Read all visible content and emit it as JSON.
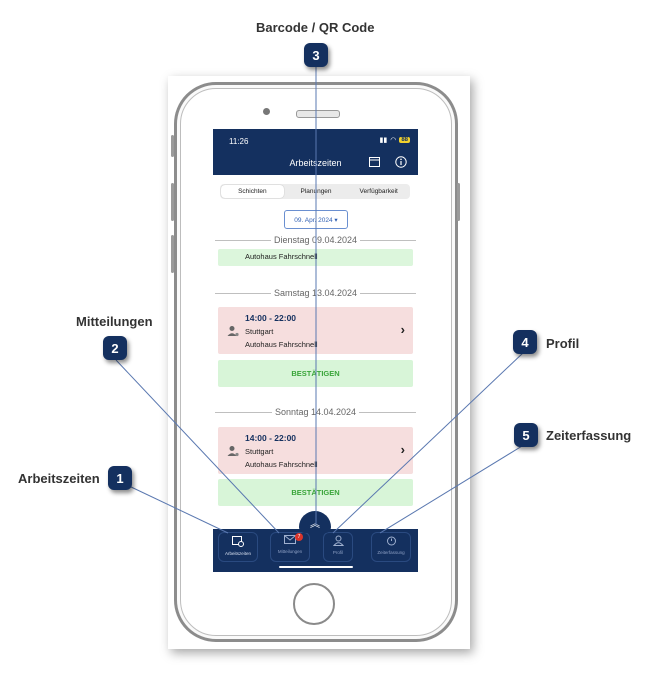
{
  "callouts": {
    "barcode": {
      "number": "3",
      "label": "Barcode / QR Code"
    },
    "mitteilungen": {
      "number": "2",
      "label": "Mitteilungen"
    },
    "profil": {
      "number": "4",
      "label": "Profil"
    },
    "zeiterfassung": {
      "number": "5",
      "label": "Zeiterfassung"
    },
    "arbeitszeiten": {
      "number": "1",
      "label": "Arbeitszeiten"
    }
  },
  "status_bar": {
    "time": "11:26",
    "battery": "88"
  },
  "header": {
    "title": "Arbeitszeiten",
    "calendar_icon": "calendar-icon",
    "info_icon": "info-icon"
  },
  "segments": {
    "items": [
      "Schichten",
      "Planungen",
      "Verfügbarkeit"
    ],
    "active": "Schichten"
  },
  "date_picker": {
    "value": "09. Apr. 2024 ▾"
  },
  "days": [
    {
      "label": "Dienstag 09.04.2024",
      "entries": [
        {
          "company": "Autohaus Fahrschnell"
        }
      ]
    },
    {
      "label": "Samstag 13.04.2024",
      "shift": {
        "time": "14:00 - 22:00",
        "city": "Stuttgart",
        "company": "Autohaus Fahrschnell"
      },
      "confirm_label": "BESTÄTIGEN"
    },
    {
      "label": "Sonntag 14.04.2024",
      "shift": {
        "time": "14:00 - 22:00",
        "city": "Stuttgart",
        "company": "Autohaus Fahrschnell"
      },
      "confirm_label": "BESTÄTIGEN"
    }
  ],
  "tabbar": {
    "items": [
      {
        "label": "Arbeitszeiten",
        "icon": "calendar-clock-icon"
      },
      {
        "label": "Mitteilungen",
        "icon": "mail-icon",
        "badge": "7"
      },
      {
        "label": "Profil",
        "icon": "person-icon"
      },
      {
        "label": "Zeiterfassung",
        "icon": "stopwatch-icon"
      }
    ],
    "scan_button_icon": "chevron-up-icon"
  },
  "colors": {
    "navy": "#14305f",
    "shift_bg": "#f6dede",
    "confirm_bg": "#d8f5d8",
    "confirm_text": "#3aa53a"
  }
}
